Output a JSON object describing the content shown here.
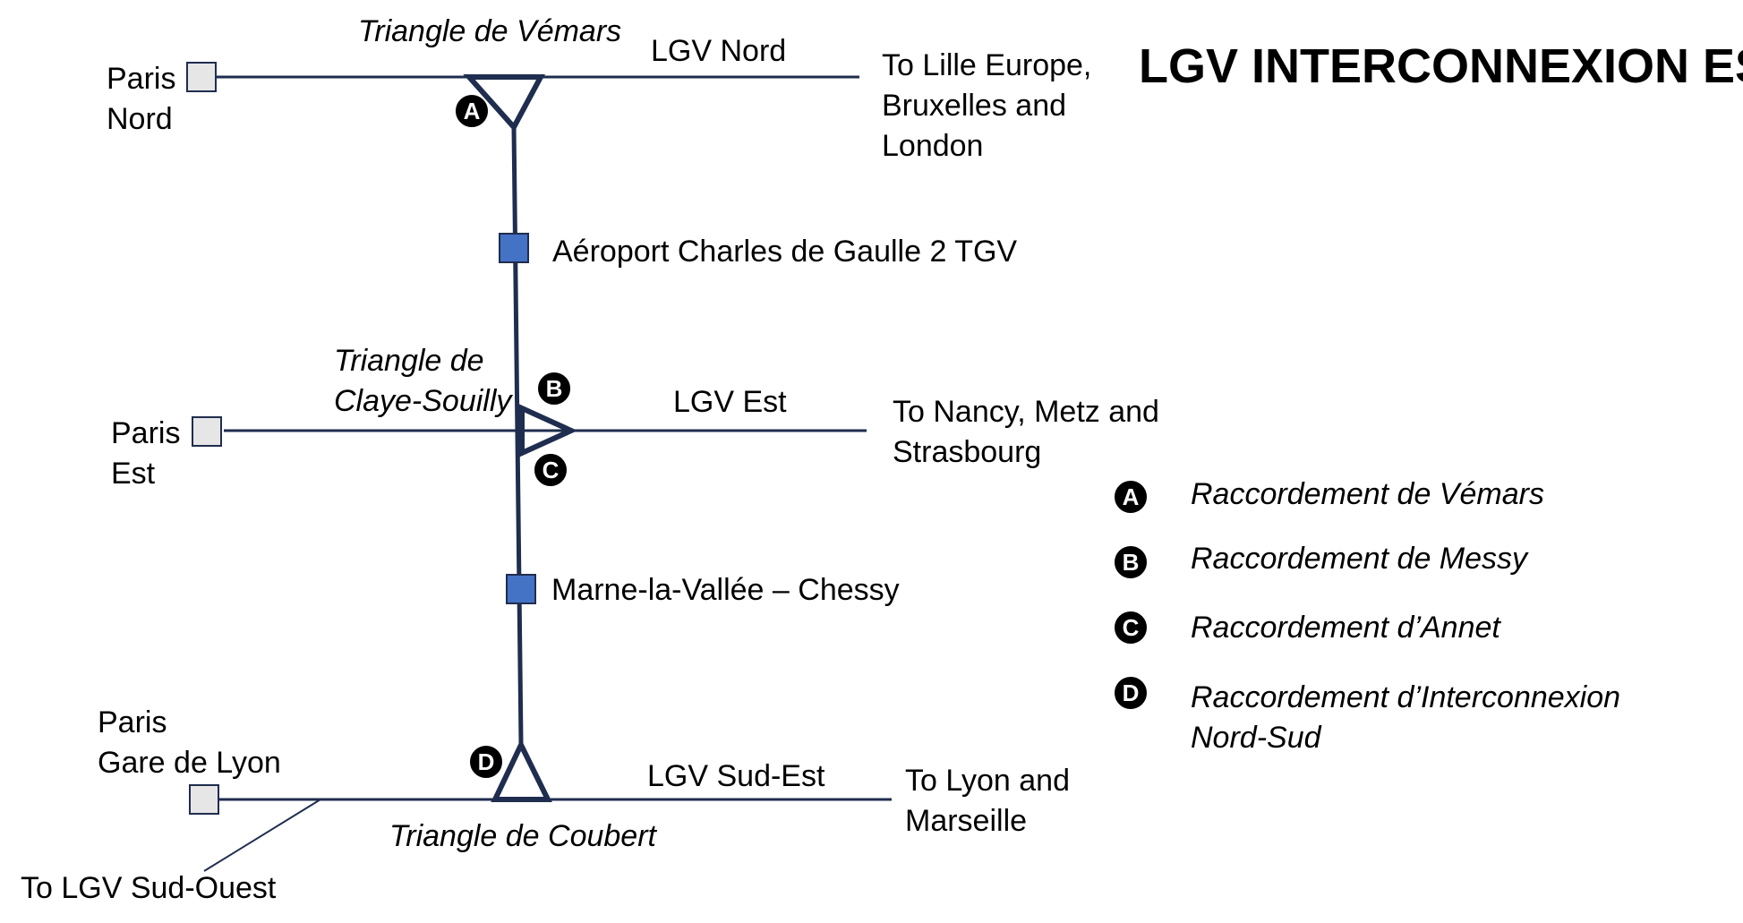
{
  "title": "LGV INTERCONNEXION EST",
  "colors": {
    "trunk": "#1f2d4e",
    "station_blue": "#4472c4",
    "terminal_gray": "#e7e6e6",
    "badge": "#000000"
  },
  "terminals": {
    "paris_nord": [
      "Paris",
      "Nord"
    ],
    "paris_est": [
      "Paris",
      "Est"
    ],
    "paris_lyon": [
      "Paris",
      "Gare de Lyon"
    ]
  },
  "lines": {
    "nord": "LGV Nord",
    "est": "LGV Est",
    "sud_est": "LGV Sud-Est"
  },
  "destinations": {
    "nord": [
      "To Lille Europe,",
      "Bruxelles and",
      "London"
    ],
    "est": [
      "To Nancy, Metz and",
      "Strasbourg"
    ],
    "sud_est": [
      "To Lyon and",
      "Marseille"
    ],
    "sud_ouest": "To LGV Sud-Ouest"
  },
  "triangles": {
    "vemars": "Triangle de Vémars",
    "claye": [
      "Triangle de",
      "Claye-Souilly"
    ],
    "coubert": "Triangle de Coubert"
  },
  "stations": {
    "cdg": "Aéroport Charles de Gaulle 2 TGV",
    "mlv": "Marne-la-Vallée – Chessy"
  },
  "legend": [
    {
      "letter": "A",
      "lines": [
        "Raccordement de Vémars"
      ]
    },
    {
      "letter": "B",
      "lines": [
        "Raccordement de Messy"
      ]
    },
    {
      "letter": "C",
      "lines": [
        "Raccordement d’Annet"
      ]
    },
    {
      "letter": "D",
      "lines": [
        "Raccordement d’Interconnexion",
        "Nord-Sud"
      ]
    }
  ]
}
